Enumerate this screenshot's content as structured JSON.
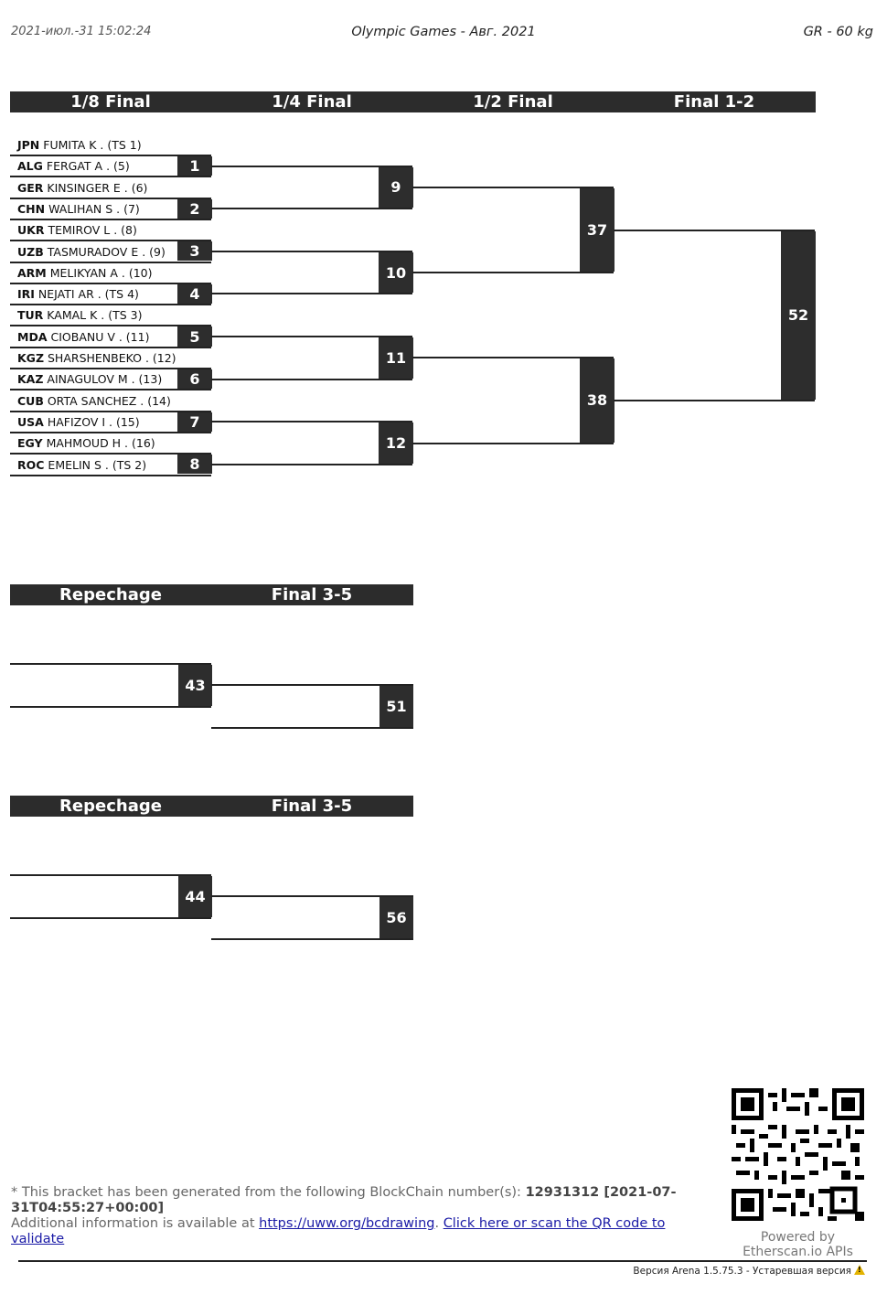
{
  "header": {
    "timestamp": "2021-июл.-31 15:02:24",
    "title": "Olympic Games - Авг. 2021",
    "category": "GR - 60 kg"
  },
  "main_rounds": [
    "1/8 Final",
    "1/4 Final",
    "1/2 Final",
    "Final 1-2"
  ],
  "entrants": [
    {
      "country": "JPN",
      "name": "FUMITA K . (TS 1)"
    },
    {
      "country": "ALG",
      "name": "FERGAT A . (5)"
    },
    {
      "country": "GER",
      "name": "KINSINGER E . (6)"
    },
    {
      "country": "CHN",
      "name": "WALIHAN S . (7)"
    },
    {
      "country": "UKR",
      "name": "TEMIROV L . (8)"
    },
    {
      "country": "UZB",
      "name": "TASMURADOV E . (9)"
    },
    {
      "country": "ARM",
      "name": "MELIKYAN A . (10)"
    },
    {
      "country": "IRI",
      "name": "NEJATI AR . (TS 4)"
    },
    {
      "country": "TUR",
      "name": "KAMAL K . (TS 3)"
    },
    {
      "country": "MDA",
      "name": "CIOBANU V . (11)"
    },
    {
      "country": "KGZ",
      "name": "SHARSHENBEKO . (12)"
    },
    {
      "country": "KAZ",
      "name": "AINAGULOV M . (13)"
    },
    {
      "country": "CUB",
      "name": "ORTA SANCHEZ . (14)"
    },
    {
      "country": "USA",
      "name": "HAFIZOV I . (15)"
    },
    {
      "country": "EGY",
      "name": "MAHMOUD H . (16)"
    },
    {
      "country": "ROC",
      "name": "EMELIN S . (TS 2)"
    }
  ],
  "matches": {
    "r1": [
      "1",
      "2",
      "3",
      "4",
      "5",
      "6",
      "7",
      "8"
    ],
    "r2": [
      "9",
      "10",
      "11",
      "12"
    ],
    "r3": [
      "37",
      "38"
    ],
    "final": "52"
  },
  "repechage_sections": [
    {
      "labels": [
        "Repechage",
        "Final 3-5"
      ],
      "repechage_match": "43",
      "bronze_match": "51"
    },
    {
      "labels": [
        "Repechage",
        "Final 3-5"
      ],
      "repechage_match": "44",
      "bronze_match": "56"
    }
  ],
  "footer": {
    "note_prefix": "* This bracket has been generated from the following BlockChain number(s): ",
    "blockchain": "12931312 [2021-07-31T04:55:27+00:00]",
    "info_prefix": "Additional information is available at ",
    "info_link": "https://uww.org/bcdrawing",
    "info_sep": ". ",
    "validate_link": "Click here or scan the QR code to validate",
    "powered_by": "Powered by",
    "powered_service": "Etherscan.io APIs",
    "version": "Версия Arena 1.5.75.3 - Устаревшая версия"
  }
}
